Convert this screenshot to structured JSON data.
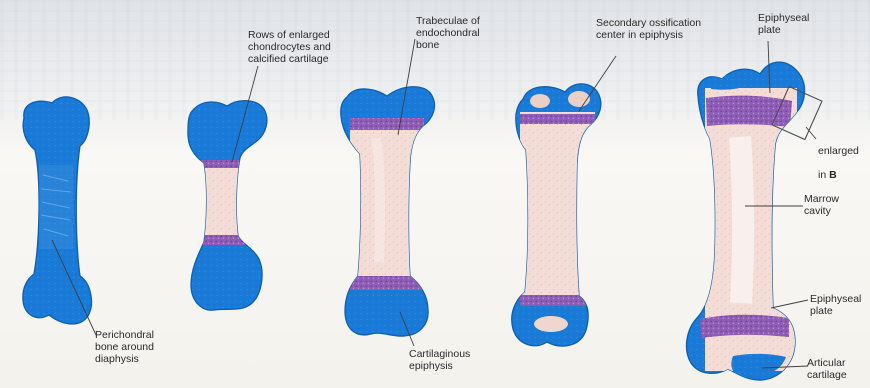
{
  "labels": {
    "rows": "Rows of enlarged\nchondrocytes and\ncalcified cartilage",
    "trabeculae": "Trabeculae of\nendochondral\nbone",
    "secondary": "Secondary ossification\ncenter in epiphysis",
    "epiphyseal_top": "Epiphyseal\nplate",
    "enlarged_line1": "enlarged",
    "enlarged_in": "in ",
    "enlarged_b": "B",
    "marrow": "Marrow\ncavity",
    "perichondral": "Perichondral\nbone around\ndiaphysis",
    "cartilaginous": "Cartilaginous\nepiphysis",
    "epiphyseal_bottom": "Epiphyseal\nplate",
    "articular": "Articular\ncartilage"
  },
  "colors": {
    "blue": "#1877d4",
    "blue_dark": "#0d62b8",
    "pink": "#f2d9d1",
    "pink_dark": "#e8c4ba",
    "purple": "#7d4ca8",
    "text": "#2a2a2a",
    "line": "#3a3a3a"
  }
}
